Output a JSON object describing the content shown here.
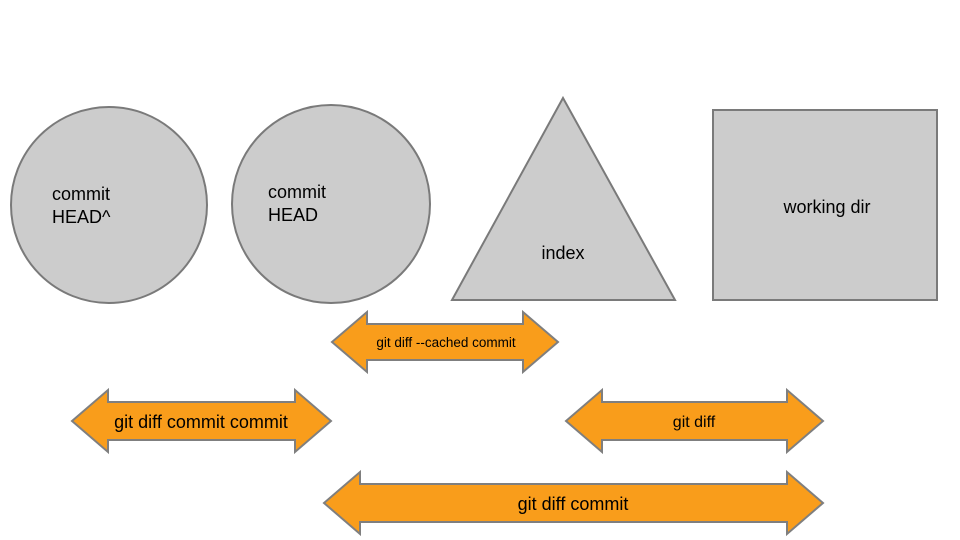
{
  "diagram": {
    "description": "git diff commands between repository states",
    "shapes": {
      "commit_head_prev": {
        "line1": "commit",
        "line2": "HEAD^"
      },
      "commit_head": {
        "line1": "commit",
        "line2": "HEAD"
      },
      "index": {
        "label": "index"
      },
      "working_dir": {
        "label": "working dir"
      }
    },
    "arrows": {
      "diff_cached_commit": {
        "label": "git diff --cached commit"
      },
      "diff_commit_commit": {
        "label": "git diff commit commit"
      },
      "diff": {
        "label": "git diff"
      },
      "diff_commit": {
        "label": "git diff commit"
      }
    }
  },
  "colors": {
    "background": "#ffffff",
    "shape_fill": "#cccccc",
    "shape_stroke": "#7a7a7a",
    "arrow_fill": "#f99d1b",
    "arrow_stroke": "#7f7f7f",
    "text": "#000000"
  }
}
